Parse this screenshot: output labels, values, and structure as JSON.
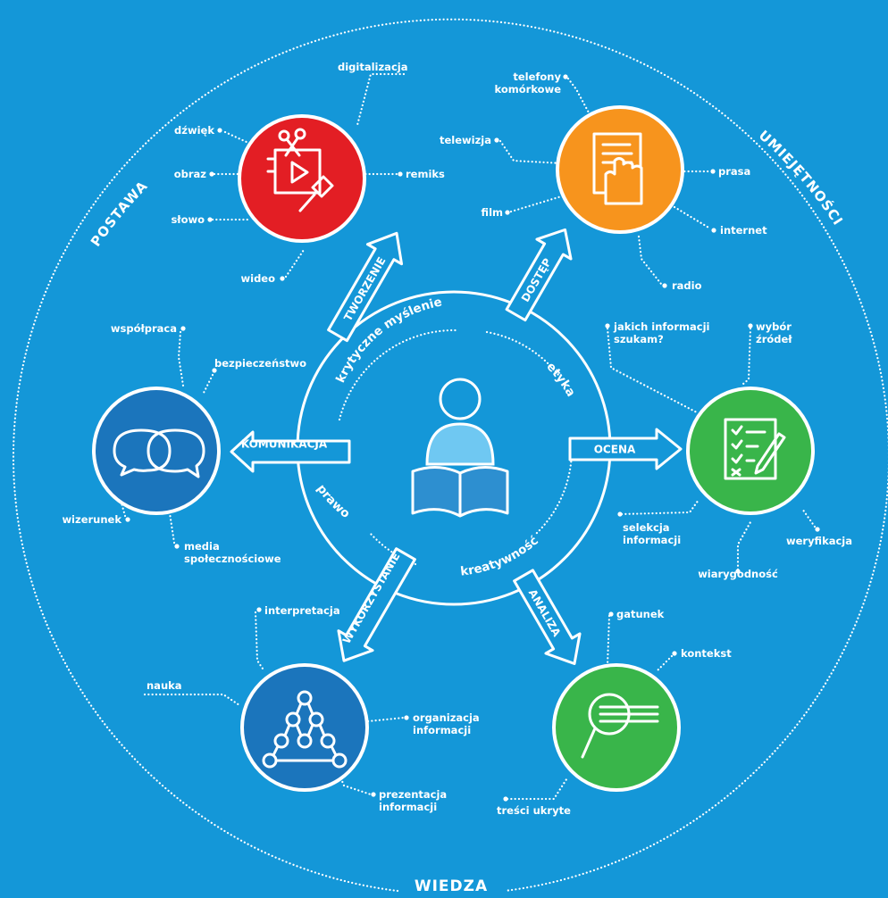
{
  "domains": {
    "postawa": "POSTAWA",
    "umiejetnosci": "UMIEJĘTNOŚCI",
    "wiedza": "WIEDZA"
  },
  "center_ring": {
    "top": "krytyczne myślenie",
    "right": "etyka",
    "bottom": "kreatywność",
    "left": "prawo"
  },
  "arrows": {
    "tworzenie": "TWORZENIE",
    "dostep": "DOSTĘP",
    "komunikacja": "KOMUNIKACJA",
    "ocena": "OCENA",
    "wykorzystanie": "WYKORZYSTANIE",
    "analiza": "ANALIZA"
  },
  "colors": {
    "background": "#1497d8",
    "tworzenie": "#e31e24",
    "dostep": "#f7941d",
    "komunikacja": "#1b75bc",
    "ocena": "#39b54a",
    "wykorzystanie": "#1b75bc",
    "analiza": "#39b54a"
  },
  "icons": {
    "tworzenie": "scissors-play-brush-icon",
    "dostep": "document-hand-icon",
    "komunikacja": "speech-bubbles-icon",
    "ocena": "checklist-pen-icon",
    "wykorzystanie": "node-pyramid-icon",
    "analiza": "magnifier-text-icon",
    "center": "person-reading-book-icon"
  },
  "labels": {
    "tworzenie": {
      "digitalizacja": "digitalizacja",
      "dzwiek": "dźwięk",
      "obraz": "obraz",
      "slowo": "słowo",
      "wideo": "wideo",
      "remiks": "remiks"
    },
    "dostep": {
      "telefony_1": "telefony",
      "telefony_2": "komórkowe",
      "telewizja": "telewizja",
      "film": "film",
      "prasa": "prasa",
      "internet": "internet",
      "radio": "radio"
    },
    "komunikacja": {
      "wspolpraca": "współpraca",
      "bezpieczenstwo": "bezpieczeństwo",
      "wizerunek": "wizerunek",
      "media_1": "media",
      "media_2": "społecznościowe"
    },
    "ocena": {
      "jakich_1": "jakich informacji",
      "jakich_2": "szukam?",
      "wybor_1": "wybór",
      "wybor_2": "źródeł",
      "selekcja_1": "selekcja",
      "selekcja_2": "informacji",
      "wiarygodnosc": "wiarygodność",
      "weryfikacja": "weryfikacja"
    },
    "wykorzystanie": {
      "interpretacja": "interpretacja",
      "nauka": "nauka",
      "organizacja_1": "organizacja",
      "organizacja_2": "informacji",
      "prezentacja_1": "prezentacja",
      "prezentacja_2": "informacji"
    },
    "analiza": {
      "gatunek": "gatunek",
      "kontekst": "kontekst",
      "tresci": "treści ukryte"
    }
  }
}
